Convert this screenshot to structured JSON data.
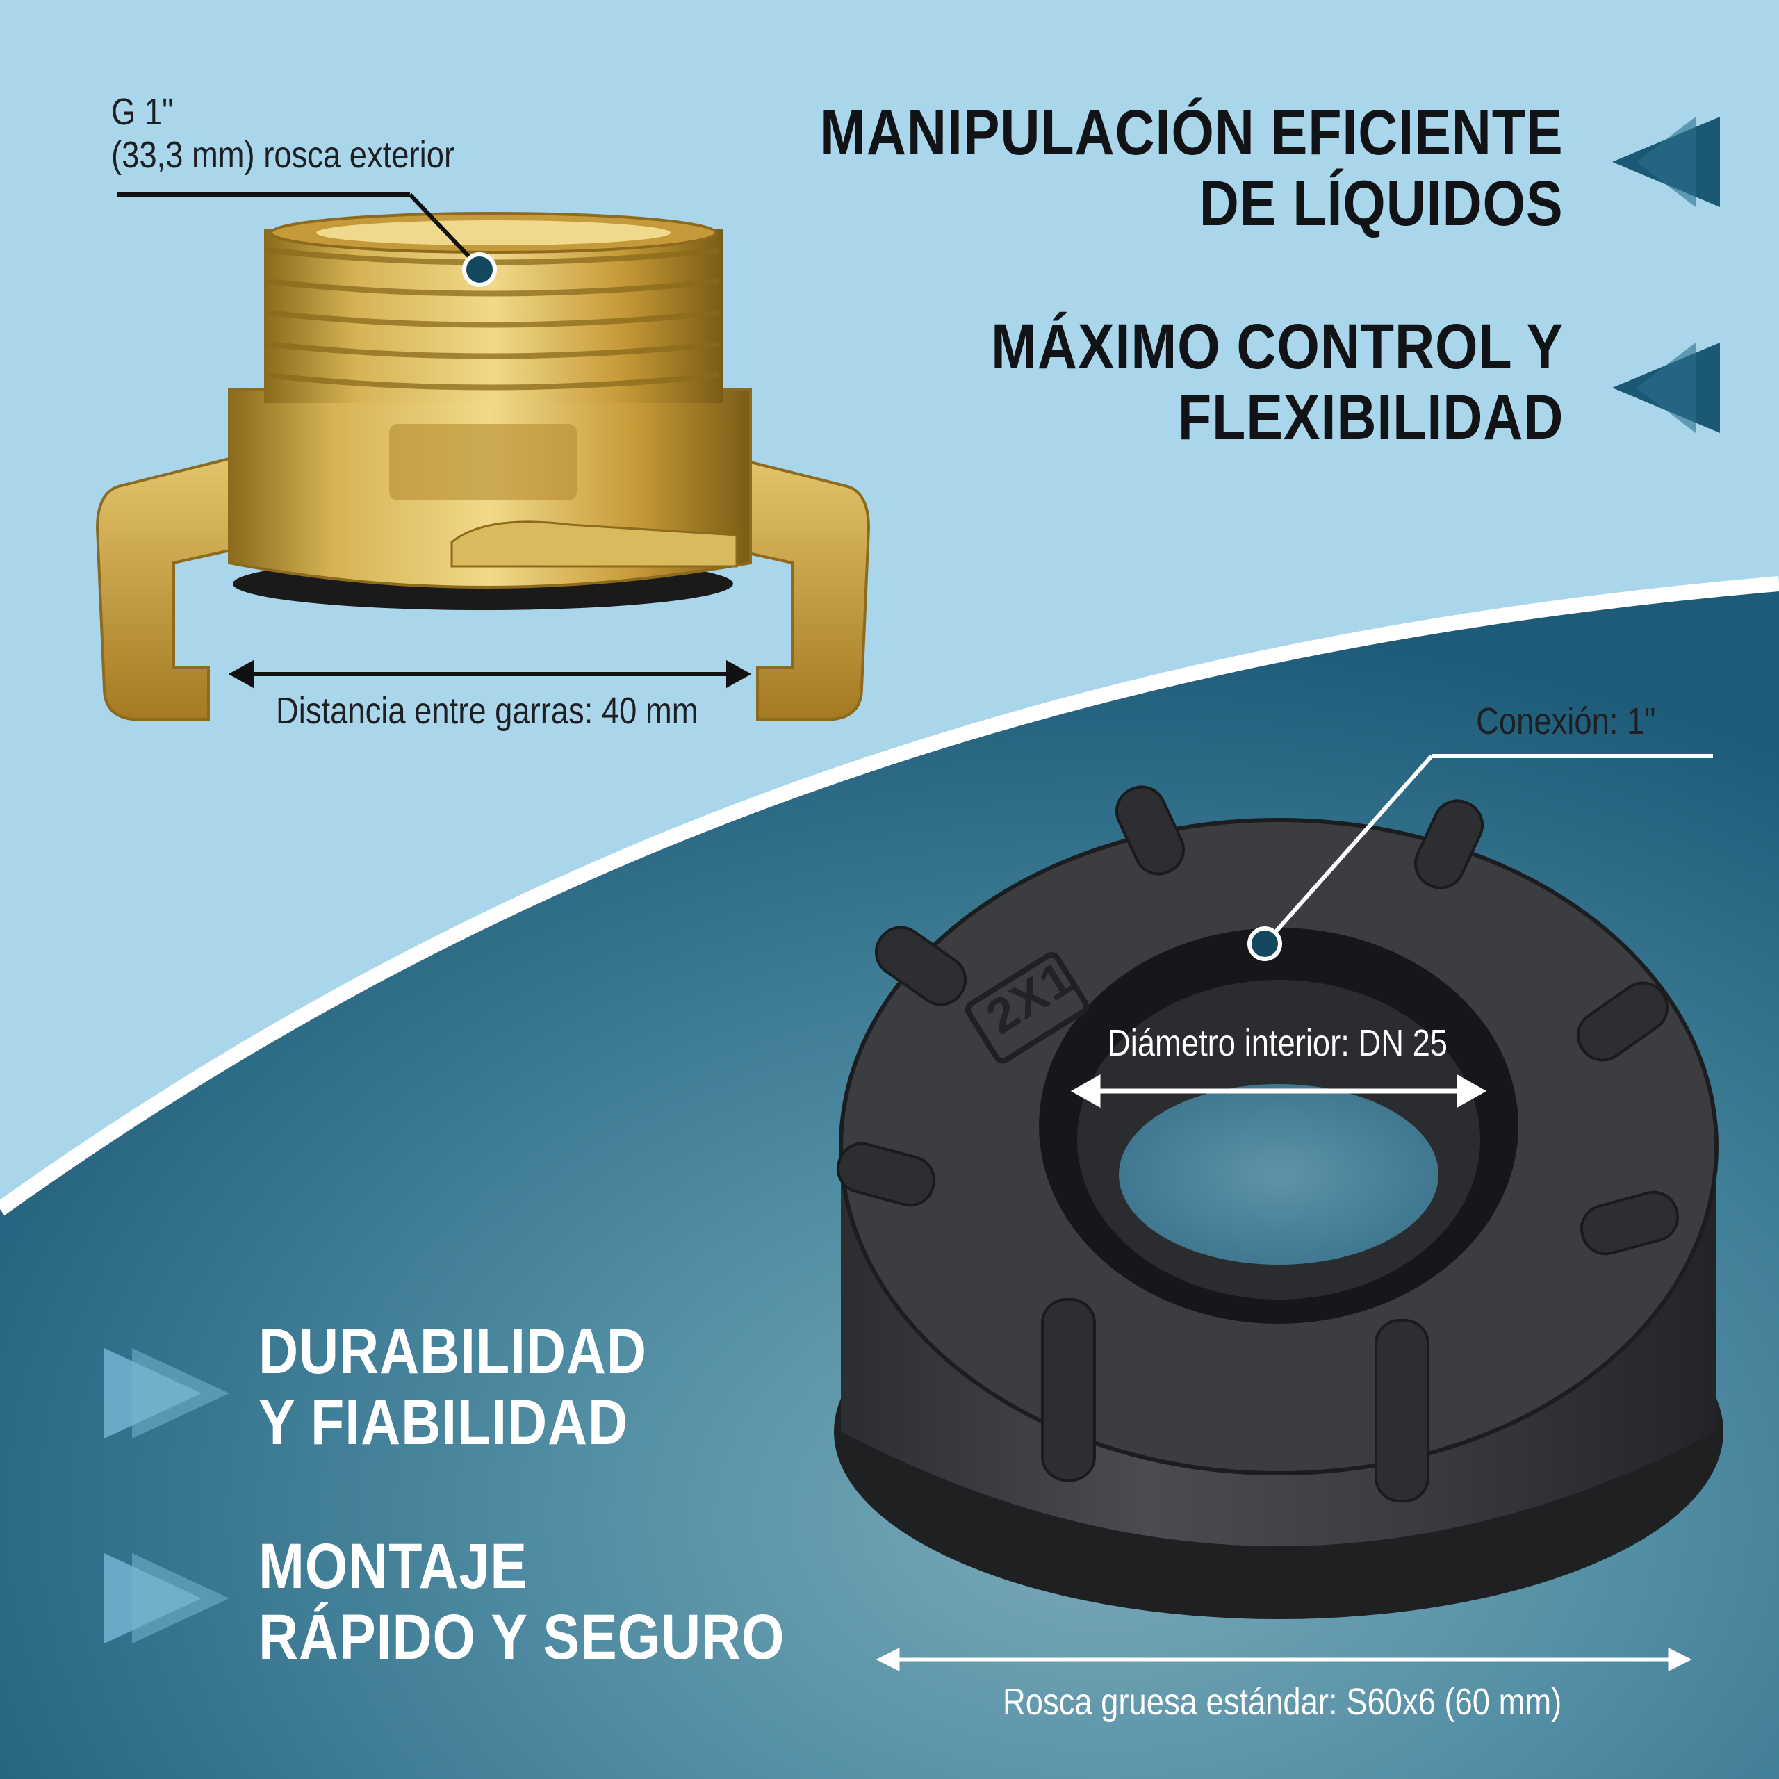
{
  "colors": {
    "sky": "#a9d6ea",
    "panel_dark": "#1f5f7c",
    "panel_light": "#5a93a8",
    "chevron_dark": "#1b5873",
    "chevron_light": "#76b4d0",
    "brass": "#c9a23e",
    "plastic": "#3d3f42"
  },
  "features": {
    "top": [
      {
        "line1": "MANIPULACIÓN EFICIENTE",
        "line2": "DE LÍQUIDOS"
      },
      {
        "line1": "MÁXIMO CONTROL Y",
        "line2": "FLEXIBILIDAD"
      }
    ],
    "bottom": [
      {
        "line1": "DURABILIDAD",
        "line2": "Y FIABILIDAD"
      },
      {
        "line1": "MONTAJE",
        "line2": "RÁPIDO Y SEGURO"
      }
    ]
  },
  "brass_fitting": {
    "thread_label_line1": "G 1\"",
    "thread_label_line2": "(33,3 mm) rosca exterior",
    "claw_distance": "Distancia entre garras: 40 mm"
  },
  "cap": {
    "embossed": "2X1",
    "connection": "Conexión: 1\"",
    "inner_diameter": "Diámetro interior: DN 25",
    "coarse_thread": "Rosca gruesa estándar: S60x6 (60 mm)"
  }
}
